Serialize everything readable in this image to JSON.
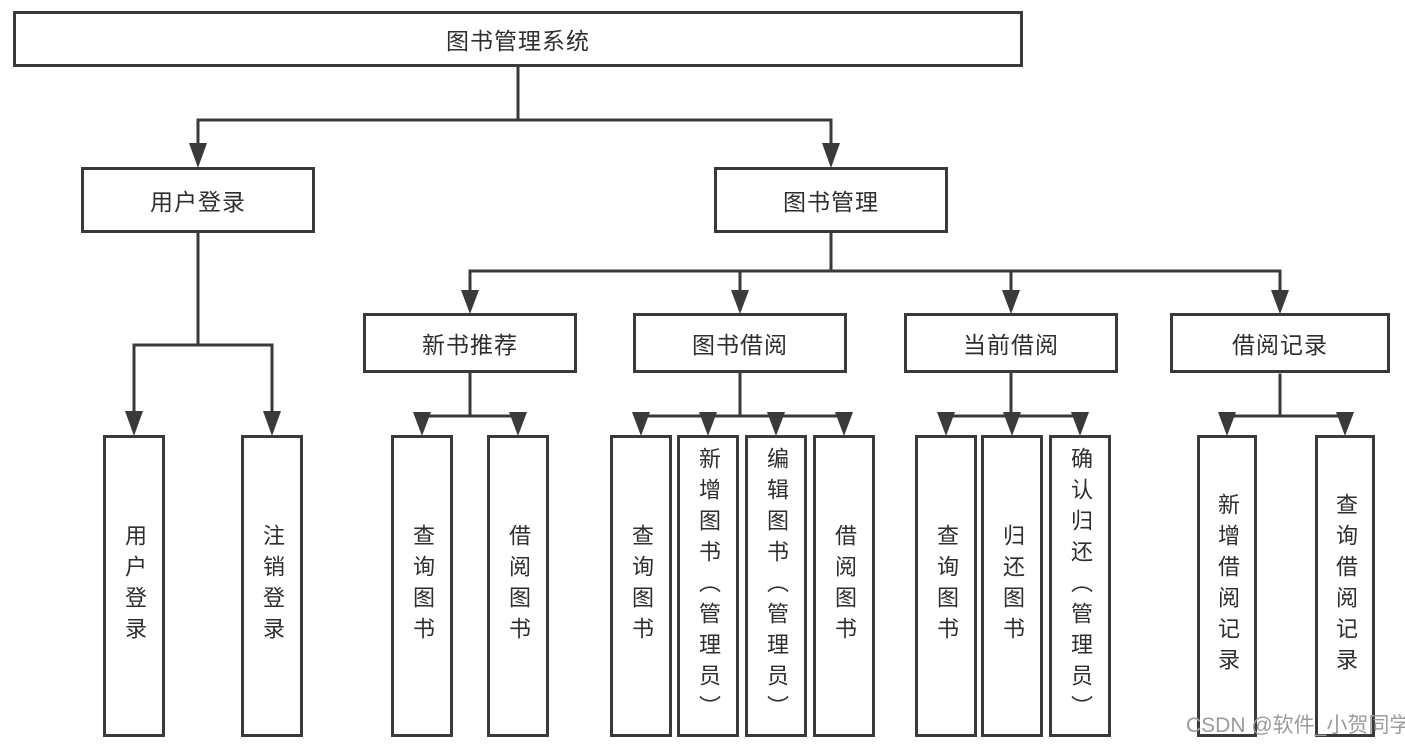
{
  "colors": {
    "line": "#3a3a3a",
    "text": "#2e2e2e",
    "watermark": "#9b9ba0",
    "background": "#ffffff"
  },
  "root": {
    "label": "图书管理系统"
  },
  "branches": {
    "user_login": {
      "label": "用户登录",
      "children": [
        {
          "label": "用户登录"
        },
        {
          "label": "注销登录"
        }
      ]
    },
    "book_mgmt": {
      "label": "图书管理",
      "sections": [
        {
          "label": "新书推荐",
          "children": [
            {
              "label": "查询图书"
            },
            {
              "label": "借阅图书"
            }
          ]
        },
        {
          "label": "图书借阅",
          "children": [
            {
              "label": "查询图书"
            },
            {
              "label": "新增图书（管理员）"
            },
            {
              "label": "编辑图书（管理员）"
            },
            {
              "label": "借阅图书"
            }
          ]
        },
        {
          "label": "当前借阅",
          "children": [
            {
              "label": "查询图书"
            },
            {
              "label": "归还图书"
            },
            {
              "label": "确认归还（管理员）"
            }
          ]
        },
        {
          "label": "借阅记录",
          "children": [
            {
              "label": "新增借阅记录"
            },
            {
              "label": "查询借阅记录"
            }
          ]
        }
      ]
    }
  },
  "watermark": {
    "text": "CSDN @软件_小贺同学"
  }
}
